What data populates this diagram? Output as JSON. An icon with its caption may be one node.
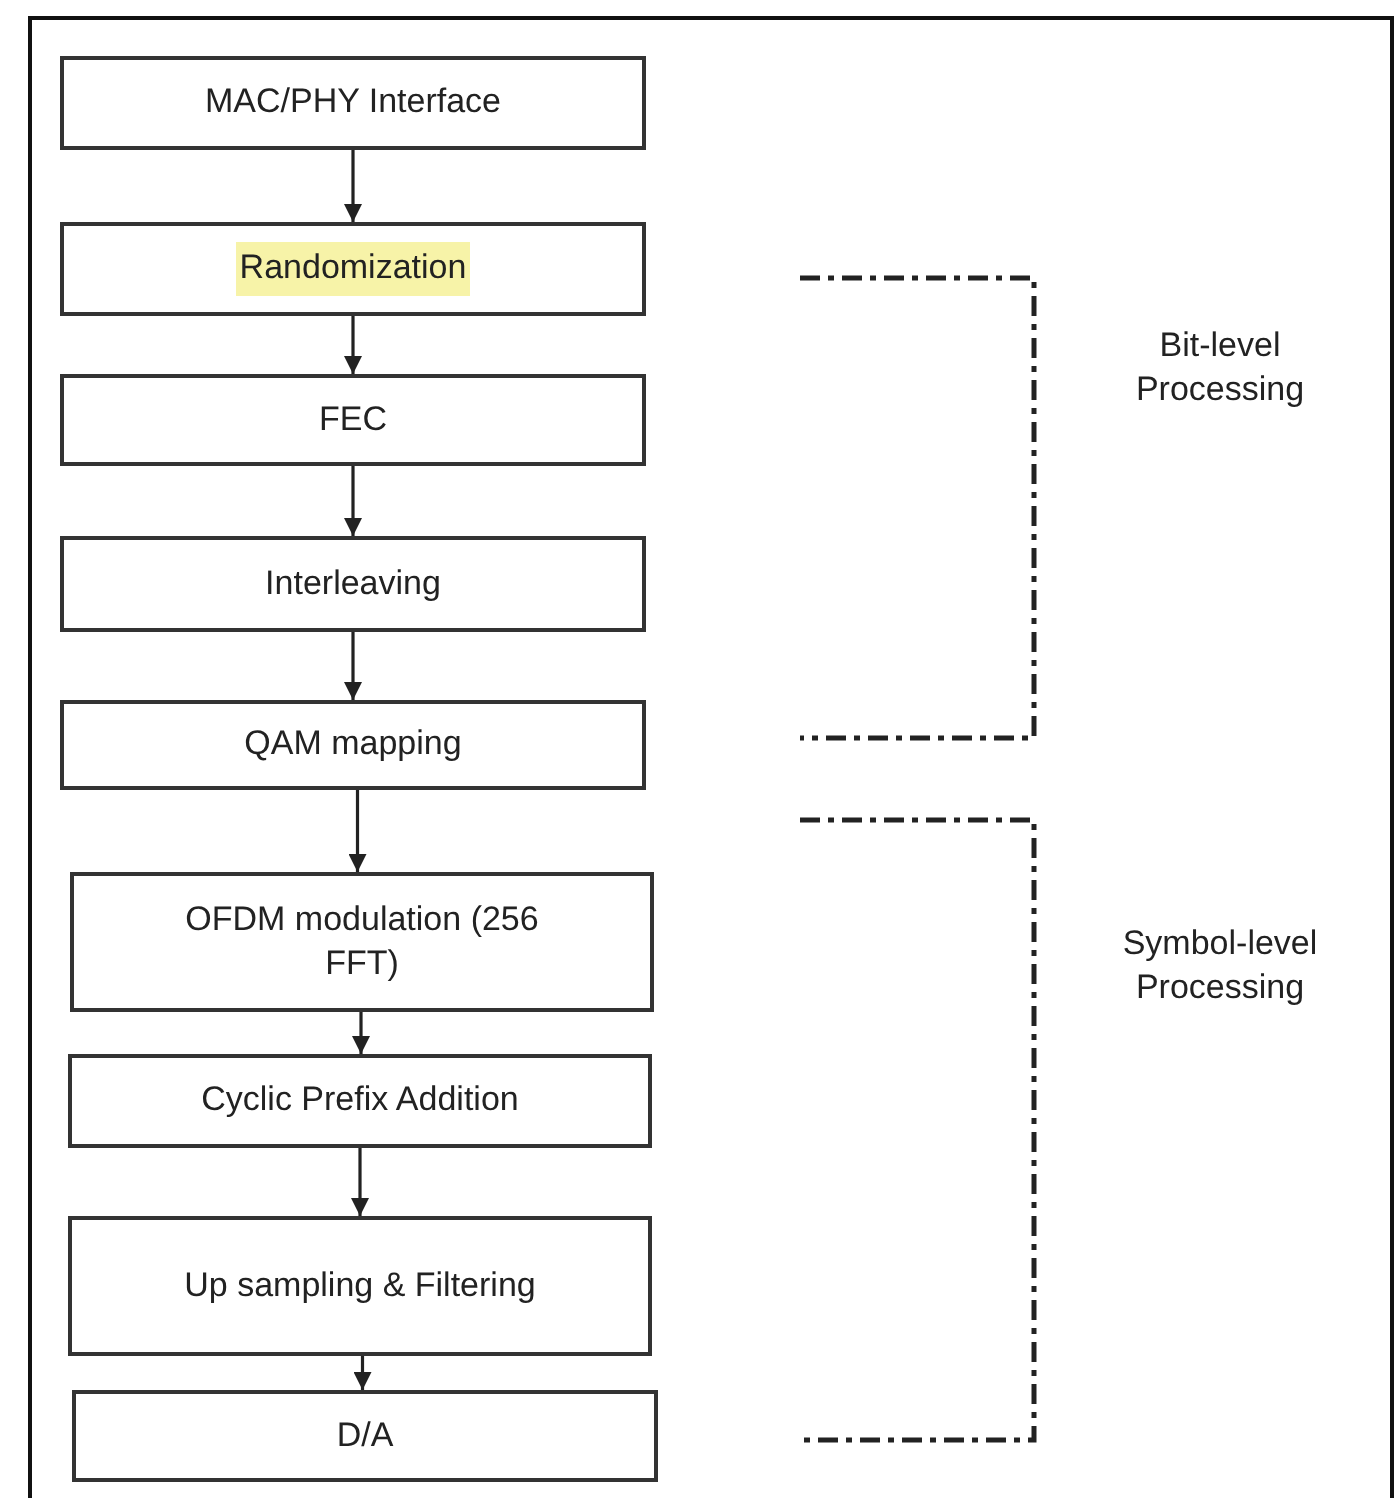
{
  "diagram": {
    "nodes": [
      {
        "text": [
          "MAC/PHY Interface"
        ]
      },
      {
        "text": [
          "Randomization"
        ]
      },
      {
        "text": [
          "FEC"
        ]
      },
      {
        "text": [
          "Interleaving"
        ]
      },
      {
        "text": [
          "QAM mapping"
        ]
      },
      {
        "text": [
          "OFDM modulation (256 FFT)"
        ]
      },
      {
        "text": [
          "Cyclic Prefix Addition"
        ]
      },
      {
        "text": [
          "Up sampling & Filtering"
        ]
      },
      {
        "text": [
          "D/A"
        ]
      }
    ],
    "edges": [
      {
        "from": 0,
        "to": 1,
        "arrow": "to"
      },
      {
        "from": 1,
        "to": 2,
        "arrow": "to"
      },
      {
        "from": 2,
        "to": 3,
        "arrow": "to"
      },
      {
        "from": 3,
        "to": 4,
        "arrow": "to"
      },
      {
        "from": 4,
        "to": 5,
        "arrow": "to"
      },
      {
        "from": 5,
        "to": 6,
        "arrow": "to"
      },
      {
        "from": 6,
        "to": 7,
        "arrow": "to"
      },
      {
        "from": 7,
        "to": 8,
        "arrow": "to"
      }
    ],
    "labels": [
      "Bit-level Processing",
      "Symbol-level Processing"
    ]
  }
}
